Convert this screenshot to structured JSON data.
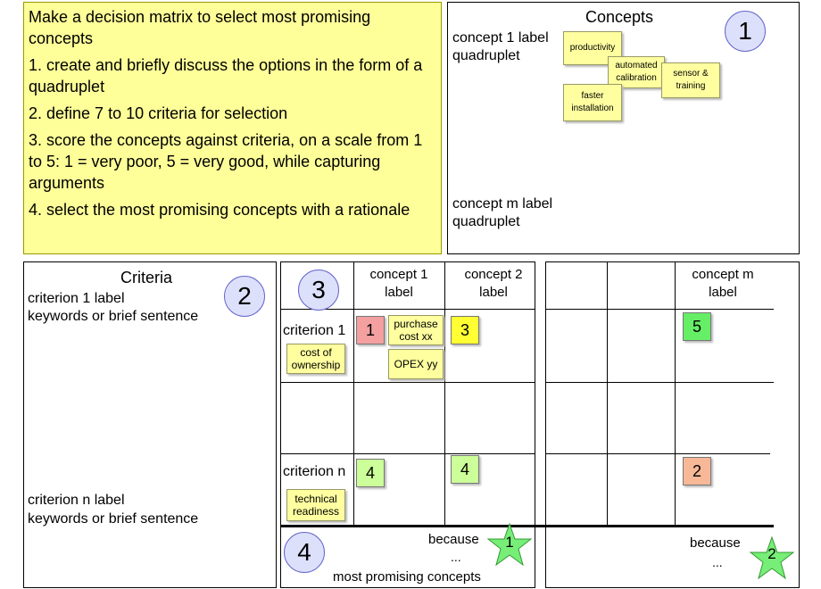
{
  "instructions": {
    "line1": "Make a decision matrix to select most promising concepts",
    "line2": "1. create and briefly discuss the options in the form of a quadruplet",
    "line3": "2. define 7 to 10 criteria for selection",
    "line4": "3. score the concepts against criteria, on a scale from 1 to 5: 1 = very poor, 5 = very good, while capturing arguments",
    "line5": "4. select the most promising concepts with a rationale"
  },
  "concepts_panel": {
    "title": "Concepts",
    "badge": "1",
    "concept1_label": "concept 1 label",
    "concept1_sub": "quadruplet",
    "conceptm_label": "concept m label",
    "conceptm_sub": "quadruplet",
    "notes": {
      "productivity": "productivity",
      "automated_calibration": "automated\ncalibration",
      "sensor_training": "sensor &\ntraining",
      "faster_installation": "faster\ninstallation"
    }
  },
  "criteria_panel": {
    "title": "Criteria",
    "badge": "2",
    "criterion1_label": "criterion 1 label",
    "criterion1_sub": "keywords or brief sentence",
    "criterionn_label": "criterion n label",
    "criterionn_sub": "keywords or brief sentence"
  },
  "matrix": {
    "badge": "3",
    "col1": "concept 1\nlabel",
    "col2": "concept 2\nlabel",
    "colm": "concept m\nlabel",
    "row1": "criterion 1",
    "rown": "criterion n",
    "notes": {
      "cost_of_ownership": "cost of\nownership",
      "purchase_cost": "purchase\ncost xx",
      "opex": "OPEX yy",
      "technical_readiness": "technical\nreadiness"
    },
    "scores": {
      "r1c1": "1",
      "r1c2": "3",
      "r1cm": "5",
      "rnc1": "4",
      "rnc2": "4",
      "rncm": "2"
    }
  },
  "selection": {
    "badge": "4",
    "because_left": "because",
    "dots_left": "...",
    "star_left": "1",
    "caption": "most promising concepts",
    "because_right": "because",
    "dots_right": "...",
    "star_right": "2"
  },
  "colors": {
    "note_yellow": "#ffffa0",
    "instr_yellow": "#ffff99",
    "badge_fill": "#dde0fb",
    "score_red": "#f4a0a0",
    "score_yellow": "#ffff33",
    "score_green": "#66ee66",
    "score_lightgreen": "#ccff99",
    "score_orange": "#f7b898",
    "star_green": "#77ee77"
  }
}
